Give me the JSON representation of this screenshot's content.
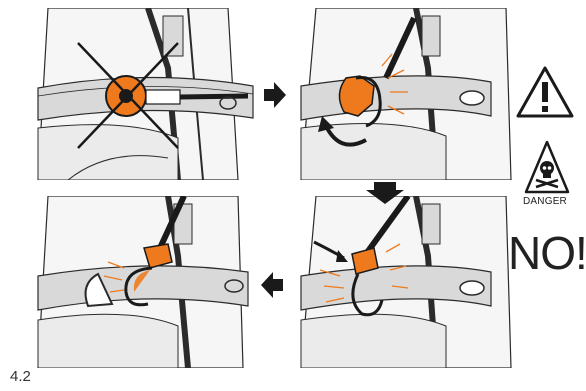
{
  "figure": {
    "label": "4.2"
  },
  "warnings": {
    "danger_label": "DANGER",
    "no_label": "NO!"
  },
  "colors": {
    "orange": "#ee7a1d",
    "black": "#1a1a1a",
    "gray_fill": "#d9d9d9",
    "line": "#2b2b2b"
  },
  "panels": [
    {
      "name": "incorrect-attachment",
      "icon": "crossed-out-x"
    },
    {
      "name": "hook-approach",
      "icon": "rotate-arrow"
    },
    {
      "name": "hook-rotation",
      "icon": "rotate-arrow"
    },
    {
      "name": "hook-released",
      "icon": "none"
    }
  ],
  "arrows": [
    "arrow-right",
    "arrow-down",
    "arrow-left"
  ]
}
